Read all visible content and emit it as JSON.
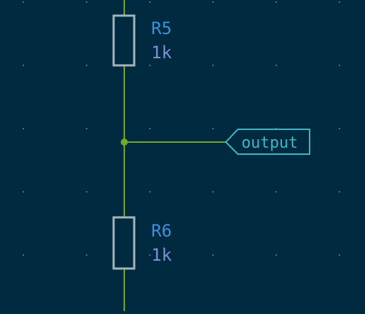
{
  "schematic": {
    "components": [
      {
        "ref": "R5",
        "value": "1k"
      },
      {
        "ref": "R6",
        "value": "1k"
      }
    ],
    "label": {
      "text": "output"
    }
  },
  "colors": {
    "background": "#002a40",
    "grid_dot": "#8fa3ad",
    "wire": "#73a82b",
    "junction": "#73a82b",
    "component_outline": "#a3b5b9",
    "reference_text": "#3f8fd9",
    "value_text": "#7f8fd6",
    "label": "#3fb7c4"
  }
}
